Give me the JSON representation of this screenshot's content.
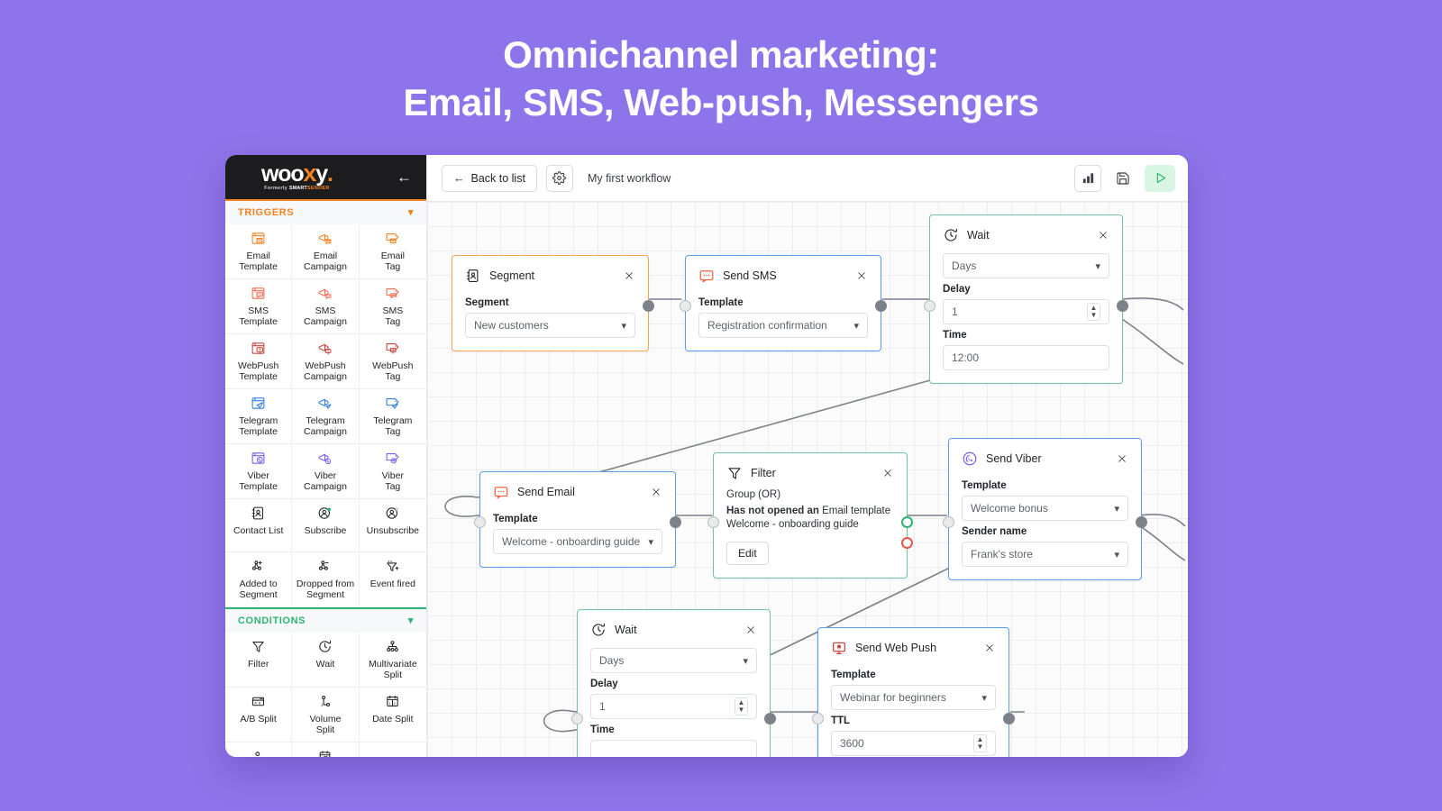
{
  "headline": {
    "line1": "Omnichannel marketing:",
    "line2": "Email, SMS, Web-push, Messengers"
  },
  "colors": {
    "background": "#8e74ea",
    "brand_orange": "#f58220",
    "brand_green": "#2bb673",
    "node_blue": "#5b9ded",
    "node_orange": "#f7a44d",
    "node_green": "#6ec99a"
  },
  "sidebar": {
    "logo": {
      "word": "woo",
      "accent": "x",
      "tail": "y",
      "dot": ".",
      "sub_prefix": "Formerly ",
      "sub_smart": "SMART",
      "sub_sender": "SENDER"
    },
    "collapse_icon": "arrow-left-icon",
    "sections": [
      {
        "id": "triggers",
        "title": "TRIGGERS",
        "chevron": "chevron-down-icon",
        "items": [
          {
            "label": "Email\nTemplate",
            "icon": "email-template-icon",
            "color": "#f58220"
          },
          {
            "label": "Email\nCampaign",
            "icon": "email-campaign-icon",
            "color": "#f58220"
          },
          {
            "label": "Email\nTag",
            "icon": "email-tag-icon",
            "color": "#f58220"
          },
          {
            "label": "SMS\nTemplate",
            "icon": "sms-template-icon",
            "color": "#f26b4e"
          },
          {
            "label": "SMS\nCampaign",
            "icon": "sms-campaign-icon",
            "color": "#f26b4e"
          },
          {
            "label": "SMS\nTag",
            "icon": "sms-tag-icon",
            "color": "#f26b4e"
          },
          {
            "label": "WebPush\nTemplate",
            "icon": "webpush-template-icon",
            "color": "#c9463f"
          },
          {
            "label": "WebPush\nCampaign",
            "icon": "webpush-campaign-icon",
            "color": "#c9463f"
          },
          {
            "label": "WebPush\nTag",
            "icon": "webpush-tag-icon",
            "color": "#c9463f"
          },
          {
            "label": "Telegram\nTemplate",
            "icon": "telegram-template-icon",
            "color": "#2f7fe0"
          },
          {
            "label": "Telegram\nCampaign",
            "icon": "telegram-campaign-icon",
            "color": "#2f7fe0"
          },
          {
            "label": "Telegram\nTag",
            "icon": "telegram-tag-icon",
            "color": "#2f7fe0"
          },
          {
            "label": "Viber\nTemplate",
            "icon": "viber-template-icon",
            "color": "#7b5cf0"
          },
          {
            "label": "Viber\nCampaign",
            "icon": "viber-campaign-icon",
            "color": "#7b5cf0"
          },
          {
            "label": "Viber\nTag",
            "icon": "viber-tag-icon",
            "color": "#7b5cf0"
          },
          {
            "label": "Contact List",
            "icon": "contact-list-icon",
            "color": "#23252b"
          },
          {
            "label": "Subscribe",
            "icon": "subscribe-icon",
            "color": "#23252b"
          },
          {
            "label": "Unsubscribe",
            "icon": "unsubscribe-icon",
            "color": "#23252b"
          },
          {
            "label": "Added to\nSegment",
            "icon": "added-to-segment-icon",
            "color": "#23252b"
          },
          {
            "label": "Dropped from\nSegment",
            "icon": "dropped-from-segment-icon",
            "color": "#23252b"
          },
          {
            "label": "Event fired",
            "icon": "event-fired-icon",
            "color": "#23252b"
          }
        ]
      },
      {
        "id": "conditions",
        "title": "CONDITIONS",
        "chevron": "chevron-down-icon",
        "items": [
          {
            "label": "Filter",
            "icon": "filter-icon",
            "color": "#23252b"
          },
          {
            "label": "Wait",
            "icon": "wait-icon",
            "color": "#23252b"
          },
          {
            "label": "Multivariate\nSplit",
            "icon": "multivariate-split-icon",
            "color": "#23252b"
          },
          {
            "label": "A/B Split",
            "icon": "ab-split-icon",
            "color": "#23252b"
          },
          {
            "label": "Volume\nSplit",
            "icon": "volume-split-icon",
            "color": "#23252b"
          },
          {
            "label": "Date Split",
            "icon": "date-split-icon",
            "color": "#23252b"
          },
          {
            "label": "",
            "icon": "contact-condition-icon",
            "color": "#23252b"
          },
          {
            "label": "",
            "icon": "date-condition-icon",
            "color": "#23252b"
          },
          {
            "label": "",
            "icon": "blank-icon",
            "color": "#23252b"
          }
        ]
      }
    ]
  },
  "topbar": {
    "back_label": "Back to list",
    "back_icon": "arrow-left-icon",
    "settings_icon": "gear-icon",
    "workflow_title": "My first workflow",
    "stats_icon": "bar-chart-icon",
    "save_icon": "save-icon",
    "run_icon": "play-icon"
  },
  "canvas": {
    "nodes": [
      {
        "id": "segment",
        "type": "Segment",
        "icon": "segment-icon",
        "accent": "orange",
        "close_icon": "close-icon",
        "fields": [
          {
            "label": "Segment",
            "kind": "select",
            "value": "New customers",
            "chevron": "chevron-down-icon"
          }
        ]
      },
      {
        "id": "send-sms",
        "type": "Send SMS",
        "icon": "sms-icon",
        "accent": "blue",
        "close_icon": "close-icon",
        "fields": [
          {
            "label": "Template",
            "kind": "select",
            "value": "Registration confirmation",
            "chevron": "chevron-down-icon"
          }
        ]
      },
      {
        "id": "wait-top",
        "type": "Wait",
        "icon": "wait-icon",
        "accent": "green",
        "close_icon": "close-icon",
        "fields": [
          {
            "label": "",
            "kind": "select",
            "value": "Days",
            "chevron": "chevron-down-icon"
          },
          {
            "label": "Delay",
            "kind": "number",
            "value": "1"
          },
          {
            "label": "Time",
            "kind": "text",
            "value": "12:00"
          }
        ]
      },
      {
        "id": "send-email",
        "type": "Send Email",
        "icon": "email-icon",
        "accent": "blue",
        "close_icon": "close-icon",
        "fields": [
          {
            "label": "Template",
            "kind": "select",
            "value": "Welcome - onboarding guide",
            "chevron": "chevron-down-icon"
          }
        ]
      },
      {
        "id": "filter",
        "type": "Filter",
        "icon": "filter-icon",
        "accent": "green",
        "close_icon": "close-icon",
        "group_label": "Group (OR)",
        "condition_bold": "Has not opened an",
        "condition_rest": " Email template",
        "condition_line2": "Welcome - onboarding guide",
        "edit_label": "Edit"
      },
      {
        "id": "send-viber",
        "type": "Send Viber",
        "icon": "viber-icon",
        "accent": "blue",
        "close_icon": "close-icon",
        "fields": [
          {
            "label": "Template",
            "kind": "select",
            "value": "Welcome bonus",
            "chevron": "chevron-down-icon"
          },
          {
            "label": "Sender name",
            "kind": "select",
            "value": "Frank's store",
            "chevron": "chevron-down-icon"
          }
        ]
      },
      {
        "id": "wait-bottom",
        "type": "Wait",
        "icon": "wait-icon",
        "accent": "green",
        "close_icon": "close-icon",
        "fields": [
          {
            "label": "",
            "kind": "select",
            "value": "Days",
            "chevron": "chevron-down-icon"
          },
          {
            "label": "Delay",
            "kind": "number",
            "value": "1"
          },
          {
            "label": "Time",
            "kind": "text",
            "value": ""
          }
        ]
      },
      {
        "id": "send-web-push",
        "type": "Send Web Push",
        "icon": "webpush-icon",
        "accent": "blue",
        "close_icon": "close-icon",
        "fields": [
          {
            "label": "Template",
            "kind": "select",
            "value": "Webinar for beginners",
            "chevron": "chevron-down-icon"
          },
          {
            "label": "TTL",
            "kind": "number",
            "value": "3600"
          }
        ]
      }
    ]
  }
}
